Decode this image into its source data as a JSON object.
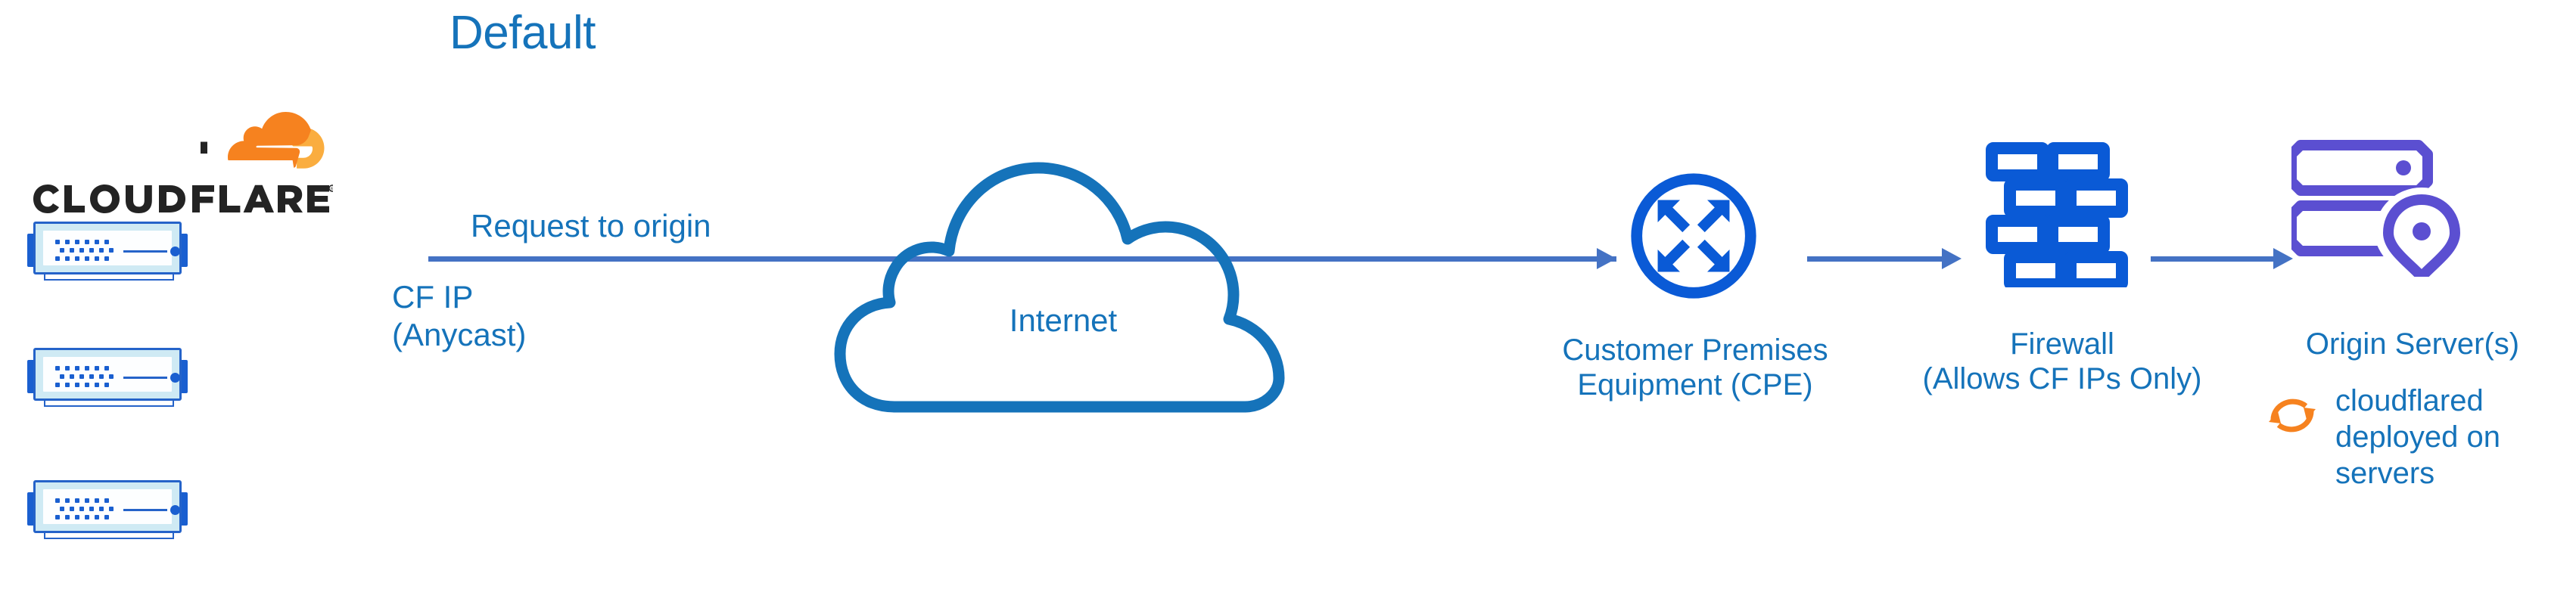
{
  "title": "Default",
  "colors": {
    "title_blue": "#1573ba",
    "label_blue": "#1573ba",
    "arrow_blue": "#4472c4",
    "icon_blue": "#0a5ad6",
    "cloud_stroke": "#1573ba",
    "origin_purple": "#5b4fd1",
    "cloudflare_orange": "#f6821f",
    "cloudflare_orange_light": "#faad3f",
    "wordmark_dark": "#232323",
    "rack_frame": "#2563c9",
    "rack_panel": "#cfeaf4"
  },
  "brand": {
    "wordmark": "CLOUDFLARE",
    "registered_mark": "®",
    "logo_icon": "cloudflare-cloud-icon"
  },
  "racks": [
    {
      "name": "cloudflare-edge-server-1"
    },
    {
      "name": "cloudflare-edge-server-2"
    },
    {
      "name": "cloudflare-edge-server-3"
    }
  ],
  "flow": {
    "request_label": "Request to origin",
    "cf_ip_label": "CF IP\n(Anycast)",
    "cf_ip_line1": "CF IP",
    "cf_ip_line2": "(Anycast)"
  },
  "nodes": {
    "internet": {
      "label": "Internet",
      "icon": "cloud-outline-icon"
    },
    "cpe": {
      "label_line1": "Customer Premises",
      "label_line2": "Equipment (CPE)",
      "icon": "router-icon"
    },
    "firewall": {
      "label_line1": "Firewall",
      "label_line2": "(Allows CF IPs Only)",
      "icon": "brick-wall-icon"
    },
    "origin": {
      "label": "Origin Server(s)",
      "icon": "server-location-icon"
    }
  },
  "note": {
    "icon": "sync-arrows-icon",
    "line1": "cloudflared",
    "line2": "deployed on",
    "line3": "servers"
  }
}
